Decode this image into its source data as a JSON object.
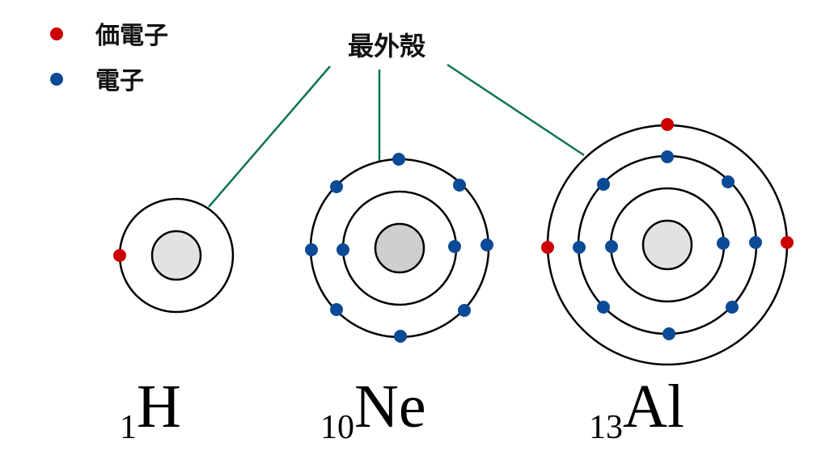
{
  "colors": {
    "valence": "#cc0000",
    "electron": "#0b4a96",
    "leader": "#0e7357",
    "nucleus_light": "#e2e2e2",
    "nucleus_dark": "#cfcfcf"
  },
  "legend": {
    "valence_label": "価電子",
    "electron_label": "電子"
  },
  "outer_shell_label": "最外殻",
  "atoms": [
    {
      "number": "1",
      "symbol": "H"
    },
    {
      "number": "10",
      "symbol": "Ne"
    },
    {
      "number": "13",
      "symbol": "Al"
    }
  ]
}
